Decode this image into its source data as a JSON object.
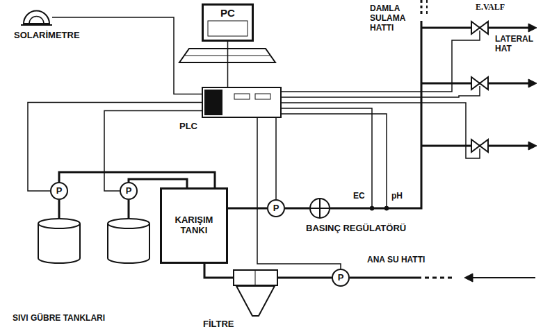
{
  "diagram": {
    "nodes": [
      {
        "text": [
          "PC"
        ]
      },
      {
        "text": [
          "SOLARİMETRE"
        ]
      },
      {
        "text": [
          "PLC"
        ]
      },
      {
        "text": [
          "P"
        ]
      },
      {
        "text": [
          "P"
        ]
      },
      {
        "text": [
          "KARIŞIM TANKI"
        ]
      },
      {
        "text": [
          "P"
        ]
      },
      {
        "text": [
          "BASINÇ REGÜLATÖRÜ"
        ]
      },
      {
        "text": [
          "P"
        ]
      },
      {
        "text": [
          "FİLTRE"
        ]
      }
    ],
    "edges": [
      {
        "from": 1,
        "to": 2,
        "arrow": "none"
      },
      {
        "from": 2,
        "to": 0,
        "arrow": "none"
      },
      {
        "from": 2,
        "to": 3,
        "arrow": "none"
      },
      {
        "from": 2,
        "to": 4,
        "arrow": "none"
      },
      {
        "from": 2,
        "to": 6,
        "arrow": "none"
      },
      {
        "from": 2,
        "to": 8,
        "arrow": "none"
      },
      {
        "from": 3,
        "to": 5,
        "arrow": "none"
      },
      {
        "from": 4,
        "to": 5,
        "arrow": "none"
      },
      {
        "from": 5,
        "to": 6,
        "arrow": "none"
      },
      {
        "from": 6,
        "to": 7,
        "arrow": "none"
      },
      {
        "from": 8,
        "to": 9,
        "arrow": "none"
      },
      {
        "from": 9,
        "to": 5,
        "arrow": "none"
      }
    ],
    "labels": [
      "DAMLA SULAMA HATTI",
      "E.VALF",
      "LATERAL HAT",
      "EC",
      "pH",
      "ANA SU HATTI",
      "SIVI GÜBRE TANKLARI"
    ]
  }
}
